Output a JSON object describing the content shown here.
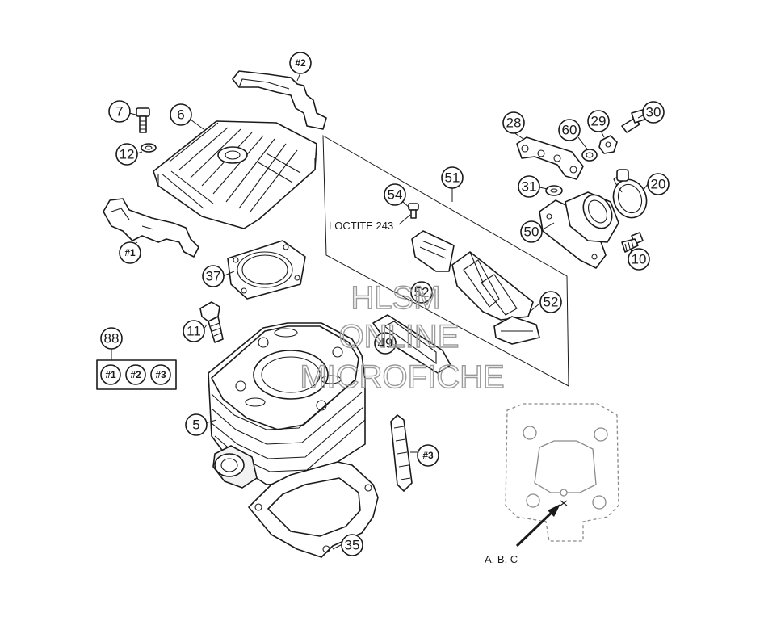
{
  "callouts": {
    "p7": "7",
    "p6": "6",
    "p12": "12",
    "p_h2": "#2",
    "p_h1": "#1",
    "p37": "37",
    "p11": "11",
    "p88": "88",
    "p5": "5",
    "p_h3": "#3",
    "p35": "35",
    "p28": "28",
    "p60": "60",
    "p29": "29",
    "p30": "30",
    "p31": "31",
    "p20": "20",
    "p50": "50",
    "p10": "10",
    "p54": "54",
    "p51": "51",
    "p52a": "52",
    "p52b": "52",
    "p49": "49",
    "kit1": "#1",
    "kit2": "#2",
    "kit3": "#3"
  },
  "notes": {
    "loctite": "LOCTITE 243",
    "detail_label": "A, B, C"
  },
  "watermark": {
    "line1": "HLSM",
    "line2": "ONLINE",
    "line3": "MICROFICHE"
  },
  "colors": {
    "ink": "#1a1a1a",
    "watermark": "#9a9a9a",
    "background": "#ffffff"
  }
}
